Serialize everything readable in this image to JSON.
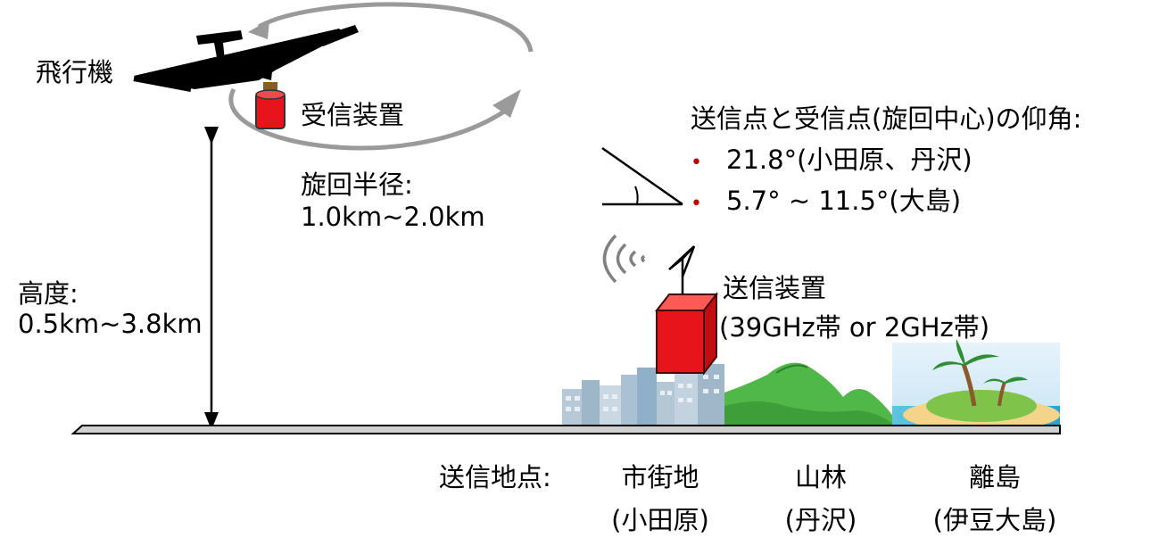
{
  "labels": {
    "aircraft": "飛行機",
    "receiver": "受信装置",
    "turn_radius_title": "旋回半径:",
    "turn_radius_value": "1.0km~2.0km",
    "altitude_title": "高度:",
    "altitude_value": "0.5km~3.8km",
    "transmitter_title": "送信装置",
    "transmitter_bands": "(39GHz帯 or 2GHz帯)",
    "elevation_title": "送信点と受信点(旋回中心)の仰角:",
    "elevation_items": [
      "21.8°(小田原、丹沢)",
      "5.7° ~ 11.5°(大島)"
    ],
    "sites_title": "送信地点:",
    "sites": [
      {
        "name": "市街地",
        "place": "(小田原)"
      },
      {
        "name": "山林",
        "place": "(丹沢)"
      },
      {
        "name": "離島",
        "place": "(伊豆大島)"
      }
    ]
  },
  "colors": {
    "device_red": "#e8141c",
    "bullet_red": "#c00000",
    "orbit_gray": "#9a9a9a",
    "ground_gray": "#d0d0d0",
    "mountain_green": "#4fb848",
    "city_blue": "#8fb0c8"
  },
  "icons": {
    "aircraft": "glider-airplane-icon",
    "receiver": "red-cylinder-receiver-icon",
    "transmitter": "red-box-transmitter-icon",
    "signal": "radio-wave-icon"
  }
}
